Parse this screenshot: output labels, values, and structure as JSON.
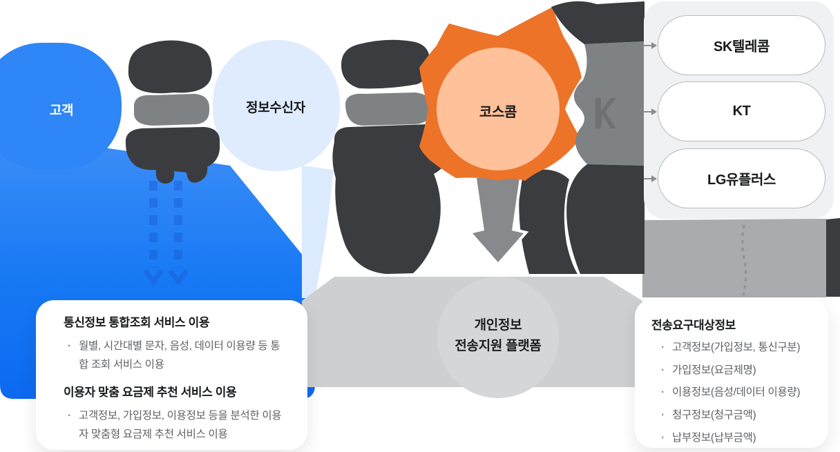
{
  "diagram": {
    "nodes": {
      "customer": {
        "label": "고객",
        "fill": "#2F86F6",
        "text_color": "#FFFFFF"
      },
      "receiver": {
        "label": "정보수신자",
        "fill": "#DFECFD"
      },
      "koscom": {
        "label": "코스콤",
        "ring_color": "#ED7329",
        "fill": "#FFC19A"
      },
      "platform": {
        "label_line1": "개인정보",
        "label_line2": "전송지원 플랫폼",
        "fill": "#D5D6D8"
      },
      "telecom_panel": {
        "panel_color": "#F0F1F2",
        "items": [
          {
            "label": "SK텔레콤"
          },
          {
            "label": "KT"
          },
          {
            "label": "LG유플러스"
          }
        ]
      }
    },
    "cards": {
      "service_usage": {
        "sections": [
          {
            "heading": "통신정보 통합조회 서비스 이용",
            "bullets": [
              "월별, 시간대별 문자, 음성, 데이터 이용량 등 통합 조회 서비스 이용"
            ]
          },
          {
            "heading": "이용자 맞춤 요금제 추천 서비스 이용",
            "bullets": [
              "고객정보, 가입정보, 이용정보 등을 분석한 이용자 맞춤형 요금제 추천 서비스 이용"
            ]
          }
        ]
      },
      "transfer_target_info": {
        "heading": "전송요구대상정보",
        "bullets": [
          "고객정보(가입정보, 통신구분)",
          "가입정보(요금제명)",
          "이용정보(음성/데이터 이용량)",
          "청구정보(청구금액)",
          "납부정보(납부금액)"
        ]
      }
    },
    "colors": {
      "beam_blue": "#1173F2",
      "beam_dash_blue": "#1A5FD6",
      "light_beam_blue": "#DCEAFD",
      "dark_blob": "#3A3C3F",
      "gray_blob": "#7F8285",
      "funnel_gray": "#87898C",
      "band_gray": "#CDCFD1",
      "backdrop_gray": "#A9ABAE",
      "arrow_gray": "#8A8D90",
      "pill_border": "#B8BABC"
    }
  }
}
